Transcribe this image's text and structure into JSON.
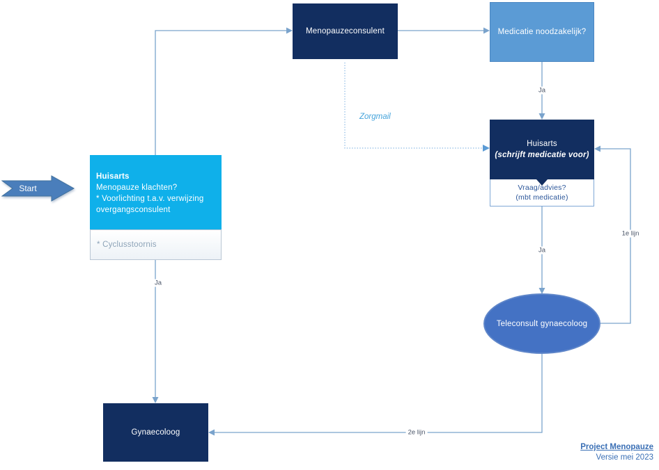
{
  "nodes": {
    "start": {
      "label": "Start"
    },
    "huisarts_intake": {
      "title": "Huisarts",
      "line1": "Menopauze klachten?",
      "line2": "* Voorlichting t.a.v. verwijzing overgangsconsulent",
      "note": "* Cyclusstoornis"
    },
    "menopauzeconsulent": {
      "label": "Menopauzeconsulent"
    },
    "medicatie_noodzakelijk": {
      "label": "Medicatie noodzakelijk?"
    },
    "huisarts_medicatie": {
      "title": "Huisarts",
      "subtitle": "(schrijft medicatie voor)",
      "note_line1": "Vraag/advies?",
      "note_line2": "(mbt medicatie)"
    },
    "teleconsult": {
      "label": "Teleconsult gynaecoloog"
    },
    "gynaecoloog": {
      "label": "Gynaecoloog"
    }
  },
  "edges": {
    "ja_medicatie": "Ja",
    "ja_teleconsult": "Ja",
    "ja_gynaecoloog": "Ja",
    "zorgmail": "Zorgmail",
    "eerste_lijn": "1e lijn",
    "tweede_lijn": "2e lijn"
  },
  "footer": {
    "title": "Project Menopauze",
    "version": "Versie mei 2023"
  },
  "colors": {
    "navy": "#122e60",
    "bright_blue": "#0fb0ea",
    "steel_blue": "#5b9bd5",
    "royal_blue": "#4472c4",
    "start_fill": "#4a7ebb",
    "start_stroke": "#41719c",
    "connector": "#7aa3cc",
    "dotted_connector": "#7fb2e1",
    "edge_label": "#4a5568",
    "zorgmail_text": "#44a3db",
    "note_text": "#2a5599",
    "muted_note": "#8da3b8",
    "footer_text": "#3a6fb5"
  }
}
